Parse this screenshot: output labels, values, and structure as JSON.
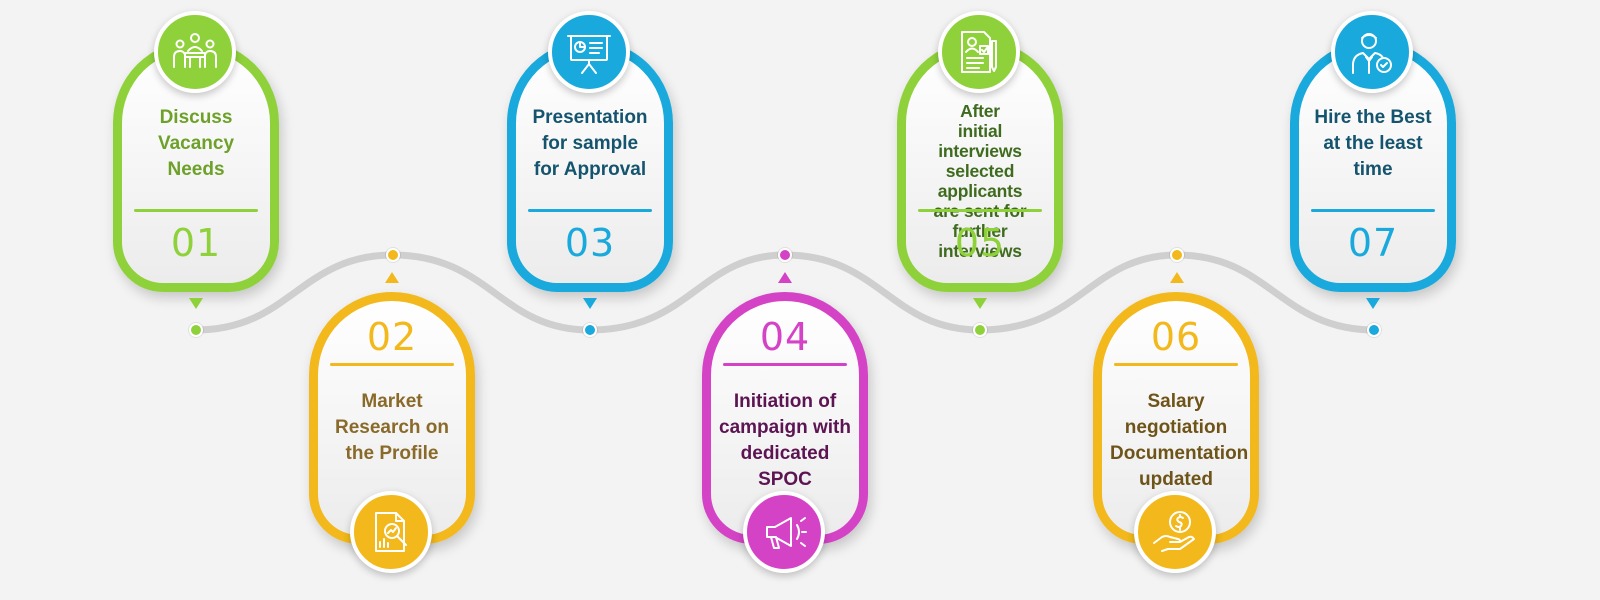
{
  "steps": [
    {
      "number": "01",
      "text": "Discuss\nVacancy Needs",
      "color": "#8fd13a",
      "text_color": "#6ea12a",
      "icon": "meeting-icon"
    },
    {
      "number": "02",
      "text": "Market\nResearch on\nthe Profile",
      "color": "#f2b81c",
      "text_color": "#8a6a2a",
      "icon": "research-report-icon"
    },
    {
      "number": "03",
      "text": "Presentation\nfor sample\nfor Approval",
      "color": "#19a9dc",
      "text_color": "#15546e",
      "icon": "presentation-board-icon"
    },
    {
      "number": "04",
      "text": "Initiation of\ncampaign with\ndedicated\nSPOC",
      "color": "#d443c6",
      "text_color": "#5c1452",
      "icon": "megaphone-icon"
    },
    {
      "number": "05",
      "text": "After\ninitial interviews\nselected applicants\nare sent for further\ninterviews",
      "color": "#8fd13a",
      "text_color": "#3f6b1e",
      "icon": "resume-document-icon"
    },
    {
      "number": "06",
      "text": "Salary\nnegotiation\nDocumentation\nupdated",
      "color": "#f2b81c",
      "text_color": "#6e5418",
      "icon": "salary-hand-coin-icon"
    },
    {
      "number": "07",
      "text": "Hire the Best\nat the least\ntime",
      "color": "#19a9dc",
      "text_color": "#15546e",
      "icon": "hired-person-icon"
    }
  ]
}
